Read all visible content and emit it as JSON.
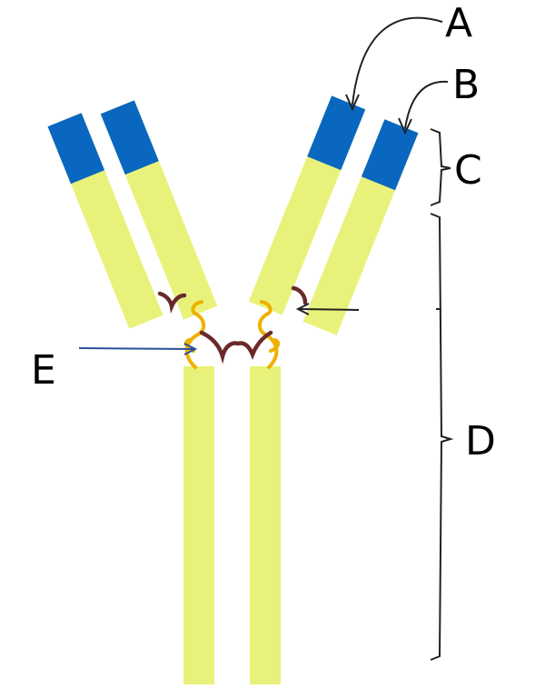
{
  "labels": {
    "a": "A",
    "b": "B",
    "c": "C",
    "d": "D",
    "e": "E"
  },
  "colors": {
    "constant_region": "#e8f27a",
    "variable_region": "#0a67bf",
    "disulfide_bond": "#6b2a2a",
    "hinge": "#f0b000",
    "pointer_blue": "#2a4f9a",
    "pointer_black": "#222222"
  }
}
